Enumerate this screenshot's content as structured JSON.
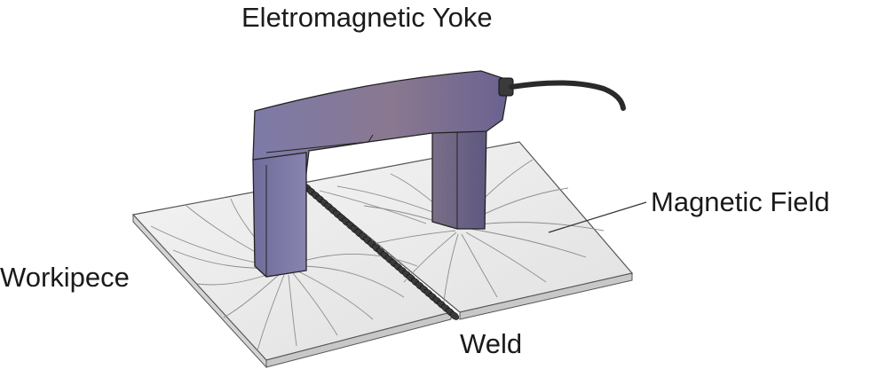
{
  "title": "Eletromagnetic Yoke",
  "labels": {
    "magnetic_field": "Magnetic Field",
    "workpiece": "Workipece",
    "weld": "Weld"
  },
  "colors": {
    "yoke_light": "#7d7aa8",
    "yoke_mid": "#8a7890",
    "yoke_dark": "#6a6290",
    "plate_top": "#ececec",
    "plate_edge": "#c8c8c8",
    "field_line": "#8c8c8c",
    "weld_bead": "#3a3a3a",
    "cable": "#2a2a2a",
    "text": "#1a1a1a"
  },
  "icons": {
    "yoke": "electromagnetic-yoke-icon",
    "cable": "power-cable-icon",
    "plate": "steel-plate-icon",
    "weld": "weld-bead-icon"
  }
}
